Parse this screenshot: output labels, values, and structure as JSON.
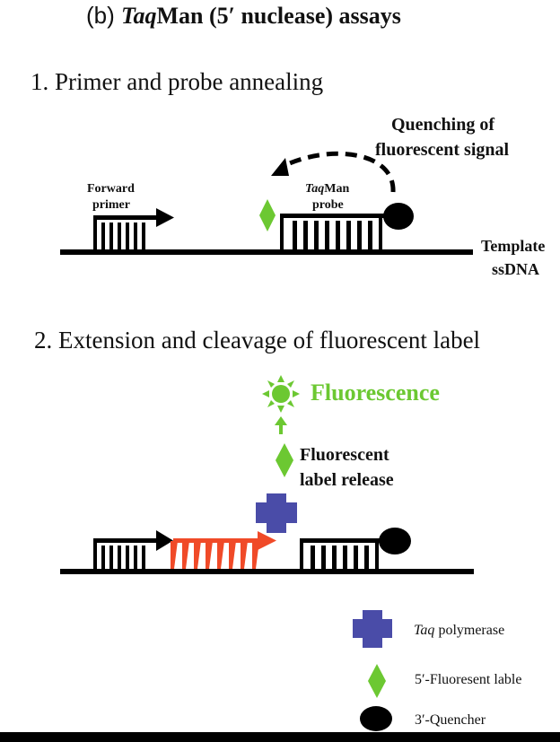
{
  "title": {
    "prefix": "(b) ",
    "italic": "Taq",
    "rest": "Man (5′ nuclease) assays"
  },
  "step1": {
    "heading": "1. Primer and probe annealing",
    "forward_primer_line1": "Forward",
    "forward_primer_line2": "primer",
    "probe_italic": "Taq",
    "probe_rest": "Man",
    "probe_line2": "probe",
    "quenching_line1": "Quenching of",
    "quenching_line2": "fluorescent signal",
    "template_line1": "Template",
    "template_line2": "ssDNA"
  },
  "step2": {
    "heading": "2. Extension and cleavage of fluorescent label",
    "fluorescence": "Fluorescence",
    "release_line1": "Fluorescent",
    "release_line2": "label release"
  },
  "legend": {
    "polymerase_italic": "Taq",
    "polymerase_rest": " polymerase",
    "label": "5′-Fluoresent lable",
    "quencher": "3′-Quencher"
  },
  "colors": {
    "fluorophore": "#6cc832",
    "fluorescence_text": "#6cc832",
    "polymerase": "#4a4ca8",
    "extension": "#f04a28",
    "dna": "#000000"
  },
  "icons": [
    "diamond-fluorophore",
    "circle-quencher",
    "cross-polymerase",
    "sun-fluorescence",
    "arrow"
  ]
}
